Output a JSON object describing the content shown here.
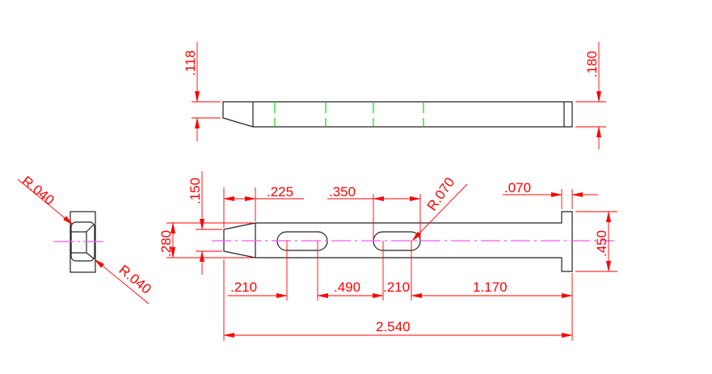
{
  "colors": {
    "object": "#222222",
    "dimension": "#ff0000",
    "hidden": "#00e000",
    "centerline": "#ff55ff"
  },
  "top_view": {
    "dims": {
      "left_height": ".118",
      "right_height": ".180"
    }
  },
  "front_view": {
    "dims": {
      "tip_height": ".150",
      "body_height": ".280",
      "taper_length": ".225",
      "slot_length": ".350",
      "slot_radius": "R.070",
      "flange_thickness": ".070",
      "flange_height": ".450",
      "first_slot_offset": ".210",
      "slot_spacing": ".490",
      "slot_center_span": ".210",
      "remaining_length": "1.170",
      "overall_length": "2.540"
    }
  },
  "end_view": {
    "dims": {
      "radius_top": "R.040",
      "radius_bottom": "R.040"
    }
  }
}
